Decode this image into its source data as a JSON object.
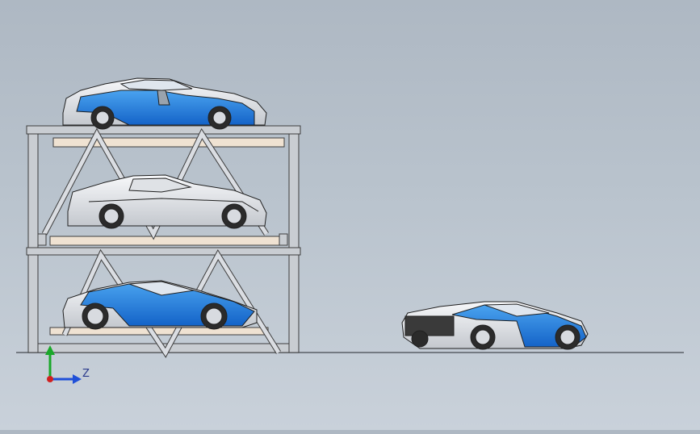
{
  "scene": {
    "colors": {
      "background_top": "#aeb8c3",
      "background_bottom": "#c9d1da",
      "frame_fill": "#c9cdd2",
      "frame_stroke": "#3d3d3d",
      "platform_fill": "#efe2d2",
      "car_blue": "#1e6fd0",
      "car_blue_light": "#4aa3ef",
      "car_silver": "#e4e6ea",
      "ground_line": "#5a5f66"
    },
    "objects": [
      "parking-lift-frame",
      "car-sedan-top",
      "car-coupe-middle",
      "car-supercar-bottom",
      "car-supercar-ground"
    ]
  },
  "triad": {
    "axis_label": "Z",
    "axis_colors": {
      "x": "#2050d8",
      "y": "#1aa82a",
      "origin": "#d02020"
    }
  }
}
